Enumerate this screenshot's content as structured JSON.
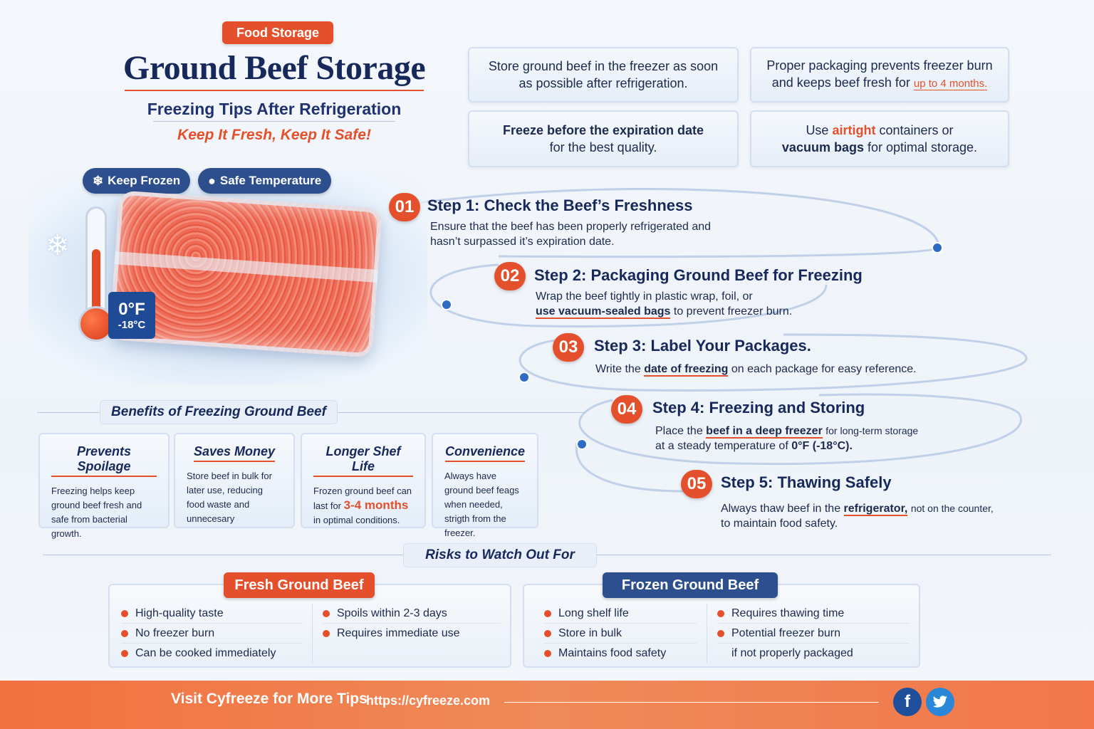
{
  "header": {
    "tag": "Food Storage",
    "title": "Ground Beef Storage",
    "subtitle": "Freezing Tips After Refrigeration",
    "tagline": "Keep It Fresh, Keep It Safe!"
  },
  "hero": {
    "chip_frozen": "Keep Frozen",
    "chip_safe": "Safe Temperature",
    "temp_f": "0°F",
    "temp_c": "-18°C",
    "icons": [
      "snowflake-icon",
      "apple-icon",
      "thermometer-icon"
    ]
  },
  "info_cards": {
    "card1": "Store ground beef in the freezer as soon as possible after refrigeration.",
    "card2_pre": "Proper packaging prevents freezer burn and keeps beef fresh for",
    "card2_hl": "up to 4 months.",
    "card3_line1": "Freeze before the expiration date",
    "card3_line2": "for the best quality.",
    "card4_pre": "Use",
    "card4_hl": "airtight",
    "card4_mid": "containers or",
    "card4_bold": "vacuum bags",
    "card4_post": "for optimal storage."
  },
  "steps": [
    {
      "num": "01",
      "title": "Step 1: Check the Beef’s Freshness",
      "line1": "Ensure that the beef has been properly refrigerated and",
      "line2": "hasn’t surpassed it’s expiration date."
    },
    {
      "num": "02",
      "title": "Step 2: Packaging Ground Beef for Freezing",
      "line1": "Wrap the beef tightly in plastic wrap, foil, or",
      "line2_bold": "use vacuum-sealed bags",
      "line2_post": "to prevent freezer burn."
    },
    {
      "num": "03",
      "title": "Step 3: Label Your Packages.",
      "pre": "Write the",
      "bold": "date of freezing",
      "post": "on each package for easy reference."
    },
    {
      "num": "04",
      "title": "Step 4: Freezing and Storing",
      "line1_pre": "Place the",
      "line1_bold": "beef in a deep freezer",
      "line1_post": "for long-term storage",
      "line2_pre": "at a steady temperature of",
      "line2_bold": "0°F (-18°C).",
      "line2_post": ""
    },
    {
      "num": "05",
      "title": "Step 5: Thawing Safely",
      "line1_pre": "Always thaw beef in the",
      "line1_bold": "refrigerator,",
      "line1_post": "not on the counter,",
      "line2": "to maintain food safety."
    }
  ],
  "benefits": {
    "heading": "Benefits of Freezing Ground Beef",
    "items": [
      {
        "title": "Prevents Spoilage",
        "text": "Freezing helps keep ground beef fresh and safe from bacterial growth."
      },
      {
        "title": "Saves Money",
        "text": "Store beef in bulk for later use, reducing food waste and unnecesary"
      },
      {
        "title": "Longer Shef Life",
        "pre": "Frozen ground beef can last for",
        "highlight": "3-4 months",
        "post": "in optimal conditions."
      },
      {
        "title": "Convenience",
        "text": "Always have ground beef feags when needed, strigth from the freezer."
      }
    ]
  },
  "risks": {
    "heading": "Risks to Watch Out For",
    "fresh": {
      "label": "Fresh Ground Beef",
      "left": [
        "High-quality taste",
        "No freezer burn",
        "Can be cooked immediately"
      ],
      "right": [
        "Spoils within 2-3 days",
        "Requires immediate use"
      ]
    },
    "frozen": {
      "label": "Frozen Ground Beef",
      "left": [
        "Long shelf life",
        "Store in bulk",
        "Maintains food safety"
      ],
      "right": [
        "Requires thawing time",
        "Potential freezer burn",
        "if not properly packaged"
      ]
    }
  },
  "footer": {
    "text": "Visit Cyfreeze for More Tips",
    "url": "https://cyfreeze.com",
    "social": [
      "facebook-icon",
      "twitter-icon"
    ]
  },
  "colors": {
    "accent": "#e4502b",
    "navy": "#16295a",
    "frozen_blue": "#2d4f8e",
    "footer": "#f08a58"
  }
}
